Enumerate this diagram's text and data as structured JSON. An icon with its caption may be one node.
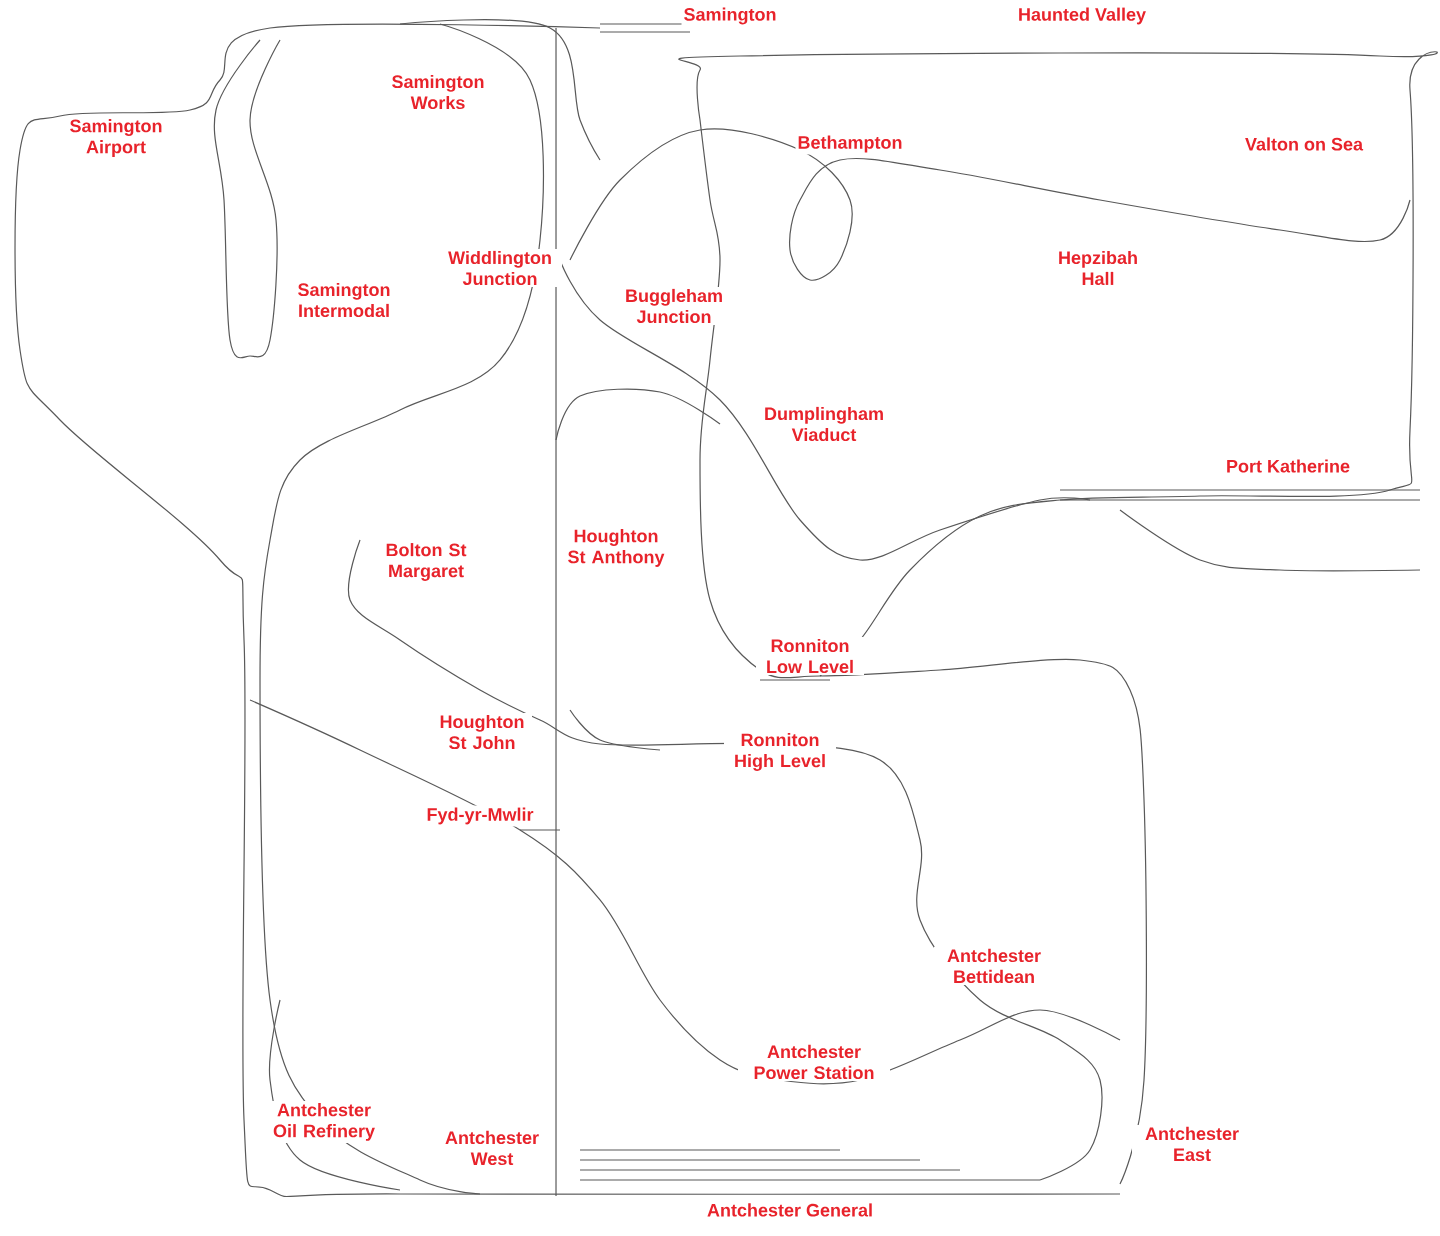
{
  "diagram": {
    "labels": [
      "Samington",
      "Haunted Valley",
      "Samington Works",
      "Samington Airport",
      "Bethampton",
      "Valton on Sea",
      "Samington Intermodal",
      "Widdlington Junction",
      "Buggleham Junction",
      "Hepzibah Hall",
      "Dumplingham Viaduct",
      "Port Katherine",
      "Bolton St Margaret",
      "Houghton St Anthony",
      "Ronniton Low Level",
      "Houghton St John",
      "Ronniton High Level",
      "Fyd-yr-Mwlir",
      "Antchester Bettidean",
      "Antchester Power Station",
      "Antchester Oil Refinery",
      "Antchester West",
      "Antchester East",
      "Antchester General"
    ]
  }
}
